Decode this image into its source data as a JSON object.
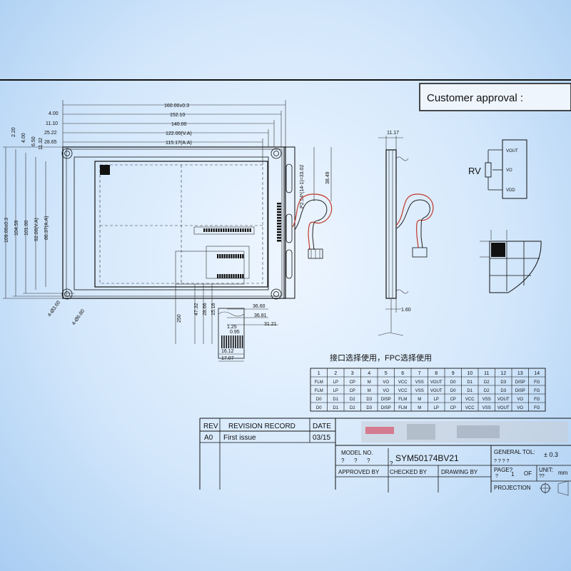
{
  "customer_approval_label": "Customer approval :",
  "outline_dimensions": {
    "width_total": "160.00±0.3",
    "width_1": "152.10",
    "width_2": "140.00",
    "width_va": "122.00(V.A)",
    "width_aa": "115.17(A.A)",
    "offset_1": "4.00",
    "offset_2": "11.10",
    "offset_3": "25.22",
    "offset_4": "28.65",
    "height_total": "109.00±0.3",
    "height_1": "104.59",
    "height_2": "101.00",
    "height_va": "92.00(V.A)",
    "height_aa": "86.37(A.A)",
    "top_1": "2.20",
    "top_2": "4.00",
    "top_3": "6.50",
    "top_4": "11.32",
    "pitch": "P2.54*(14-1)=33.02",
    "connector_h": "38.49",
    "hole_a": "4-Ø3.60",
    "hole_b": "4-Ø6.80",
    "hole_c": "4.00",
    "bottom_250": "250",
    "bottom_4732": "47.32",
    "bottom_2866": "28.66",
    "bottom_1516": "15.16",
    "right_3660": "36.60",
    "right_3681": "36.81",
    "right_3121": "31.21",
    "fpc_125": "1.25",
    "fpc_095": "0.95",
    "fpc_1612": "16.12",
    "fpc_1707": "17.07",
    "side_thickness": "11.17",
    "side_bottom": "1.60"
  },
  "circuit": {
    "vout": "VOUT",
    "vo": "VO",
    "vdd": "VDD",
    "rv": "RV"
  },
  "interface_note": "接口选择使用，FPC选择使用",
  "pin_table": {
    "headers": [
      "1",
      "2",
      "3",
      "4",
      "5",
      "6",
      "7",
      "8",
      "9",
      "10",
      "11",
      "12",
      "13",
      "14"
    ],
    "rows": [
      [
        "FLM",
        "LP",
        "CP",
        "M",
        "VO",
        "VCC",
        "VSS",
        "VOUT",
        "D0",
        "D1",
        "D2",
        "D3",
        "DISP",
        "FG"
      ],
      [
        "FLM",
        "LP",
        "CP",
        "M",
        "VO",
        "VCC",
        "VSS",
        "VOUT",
        "D0",
        "D1",
        "D2",
        "D3",
        "DISP",
        "FG"
      ],
      [
        "D0",
        "D1",
        "D2",
        "D3",
        "DISP",
        "FLM",
        "M",
        "LP",
        "CP",
        "VCC",
        "VSS",
        "VOUT",
        "VO",
        "FG"
      ],
      [
        "D0",
        "D1",
        "D2",
        "D3",
        "DISP",
        "FLM",
        "M",
        "LP",
        "CP",
        "VCC",
        "VSS",
        "VOUT",
        "VO",
        "FG"
      ]
    ]
  },
  "title_block": {
    "rev_header": "REV",
    "revision_record_header": "REVISION RECORD",
    "date_header": "DATE",
    "rev_value": "A0",
    "revision_value": "First issue",
    "date_value": "03/15",
    "model_no_label": "MODEL NO.",
    "model_no_value": "SYM50174BV21",
    "q1": "?",
    "q2": "?",
    "q3": "?",
    "q4": "?",
    "general_tol_label": "GENERAL TOL:",
    "general_tol_value": "± 0.3",
    "tol_q": "?   ?   ?   ?",
    "approved_by": "APPROVED BY",
    "checked_by": "CHECKED BY",
    "drawing_by": "DRAWING BY",
    "page_label": "PAGE?",
    "page_value": "1",
    "of_label": "OF",
    "unit_label": "UNIT:",
    "unit_value": "mm",
    "unit_q": "??",
    "page_q": "?",
    "projection_label": "PROJECTION"
  }
}
